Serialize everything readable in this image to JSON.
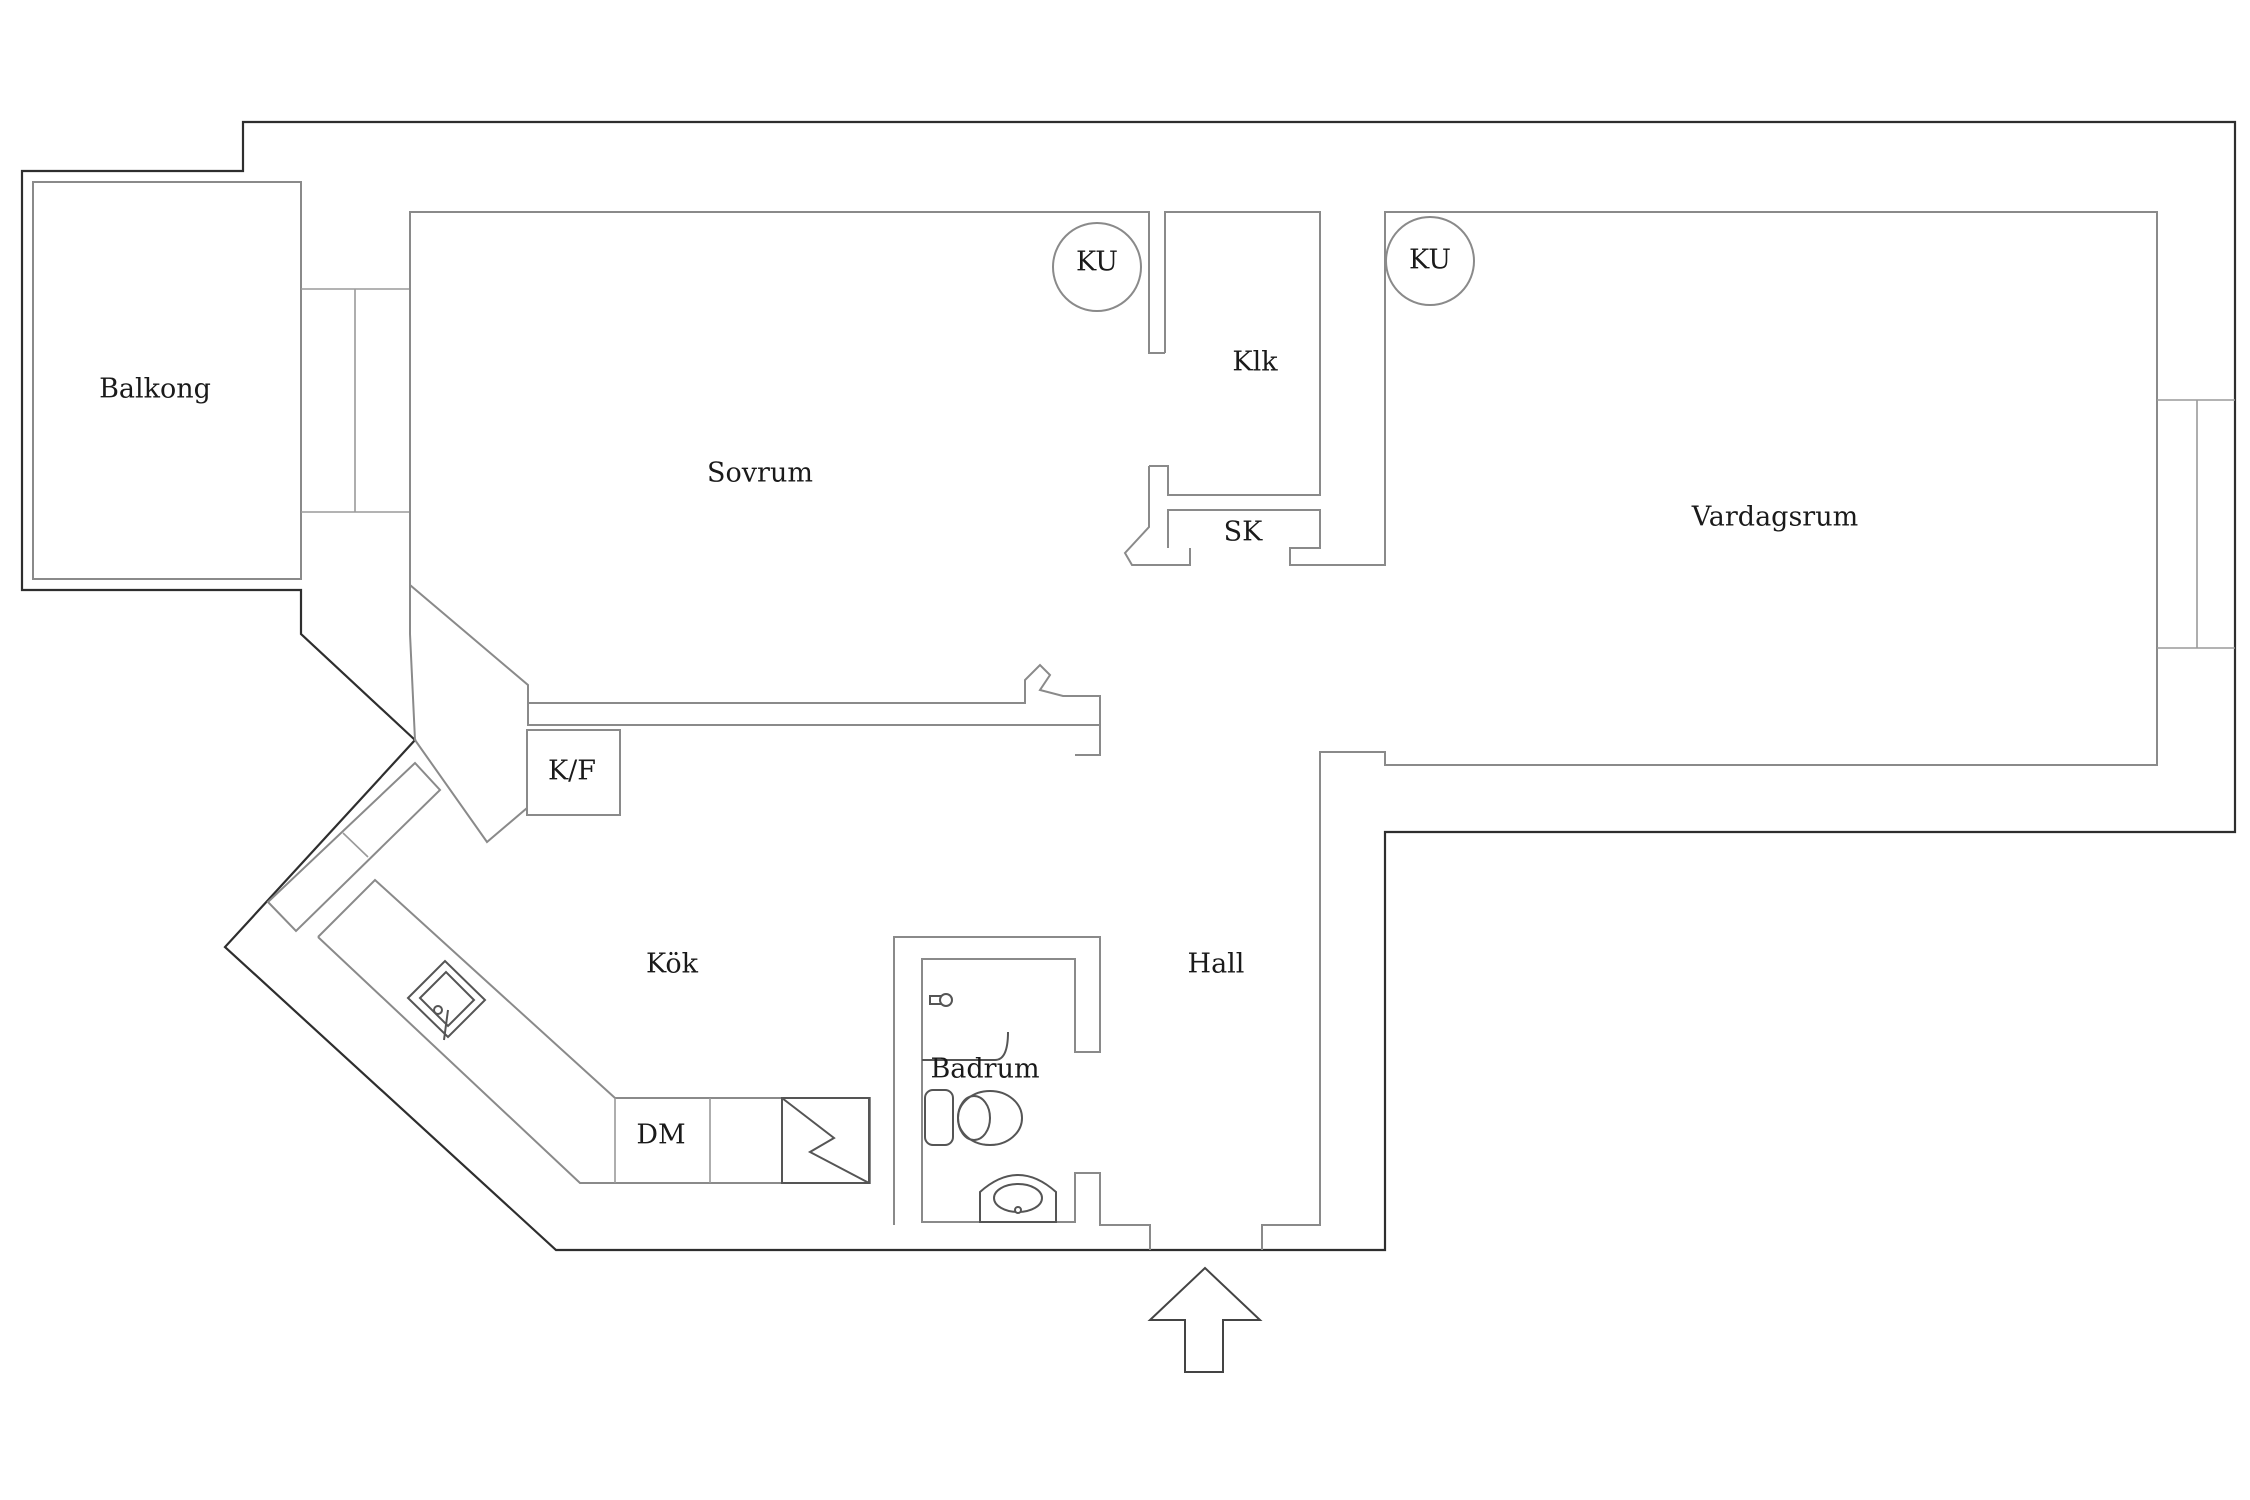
{
  "rooms": {
    "balkong": "Balkong",
    "sovrum": "Sovrum",
    "klk": "Klk",
    "sk": "SK",
    "vardagsrum": "Vardagsrum",
    "kf": "K/F",
    "kok": "Kök",
    "dm": "DM",
    "hall": "Hall",
    "badrum": "Badrum"
  },
  "fixtures": {
    "ku_left": "KU",
    "ku_right": "KU"
  },
  "icons": {
    "entrance": "arrow-up-icon",
    "sink": "kitchen-sink-icon",
    "stove": "stove-icon",
    "toilet": "toilet-icon",
    "basin": "washbasin-icon",
    "shower": "shower-icon"
  },
  "colors": {
    "outer_wall": "#2e2e2e",
    "inner_wall": "#8a8a8a",
    "background": "#ffffff"
  }
}
